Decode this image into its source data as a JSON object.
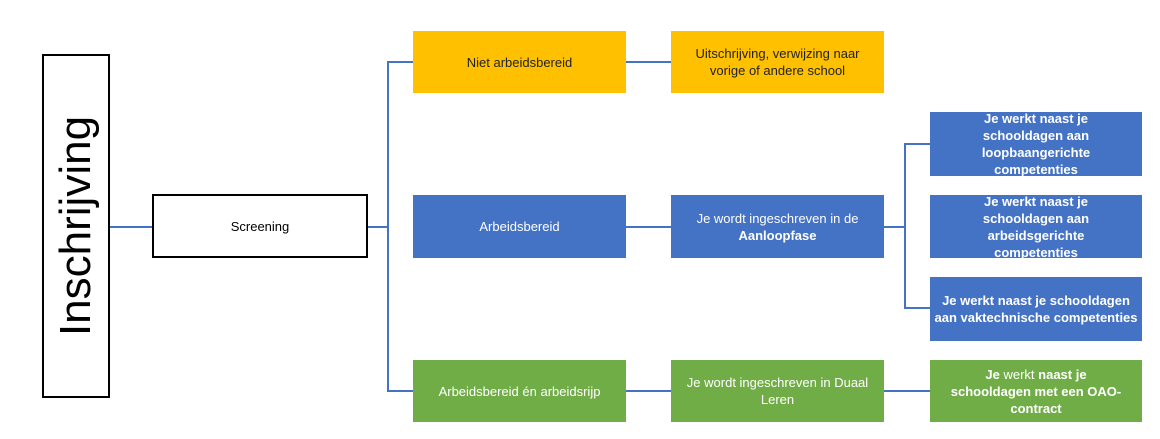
{
  "title": "Inschrijving",
  "screening": "Screening",
  "rows": [
    {
      "category": "Niet arbeidsbereid",
      "outcome": "Uitschrijving, verwijzing naar vorige of andere school"
    },
    {
      "category": "Arbeidsbereid",
      "outcome_prefix": "Je wordt ingeschreven in de",
      "outcome_bold": "Aanloopfase"
    },
    {
      "category": "Arbeidsbereid én arbeidsrijp",
      "outcome": "Je wordt ingeschreven in Duaal Leren"
    }
  ],
  "competences": [
    "Je werkt naast je schooldagen aan loopbaangerichte competenties",
    "Je werkt naast je schooldagen aan arbeidsgerichte competenties",
    "Je werkt naast je schooldagen aan vaktechnische competenties"
  ],
  "oao": {
    "prefix": "Je ",
    "normal": "werkt",
    "bold": " naast je schooldagen met een OAO-contract"
  },
  "colors": {
    "yellow": "#FFC000",
    "blue": "#4472C4",
    "green": "#70AD47"
  }
}
